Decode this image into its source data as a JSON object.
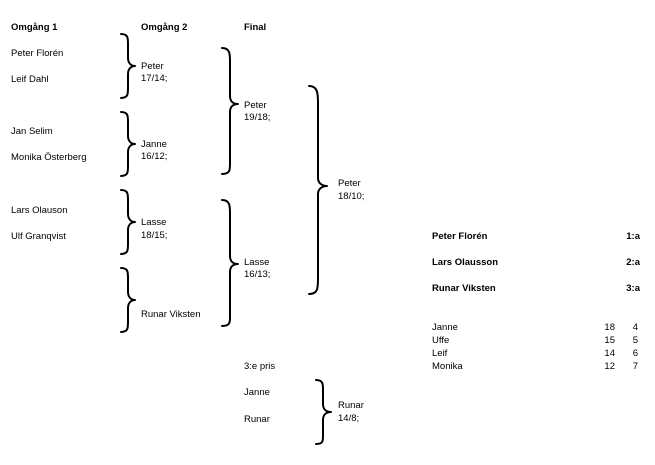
{
  "headers": {
    "round1": "Omgång 1",
    "round2": "Omgång 2",
    "final": "Final"
  },
  "round1": [
    "Peter Florén",
    "Leif Dahl",
    "Jan Selim",
    "Monika Österberg",
    "Lars Olauson",
    "Ulf Granqvist"
  ],
  "round2": [
    {
      "name": "Peter",
      "score": "17/14;"
    },
    {
      "name": "Janne",
      "score": "16/12;"
    },
    {
      "name": "Lasse",
      "score": "18/15;"
    },
    {
      "name": "Runar Viksten",
      "score": ""
    }
  ],
  "final_round": [
    {
      "name": "Peter",
      "score": "19/18;"
    },
    {
      "name": "Lasse",
      "score": "16/13;"
    }
  ],
  "winner": {
    "name": "Peter",
    "score": "18/10;"
  },
  "third_prize": {
    "label": "3:e pris",
    "players": [
      "Janne",
      "Runar"
    ],
    "winner": {
      "name": "Runar",
      "score": "14/8;"
    }
  },
  "podium": [
    {
      "name": "Peter Florén",
      "place": "1:a"
    },
    {
      "name": "Lars Olausson",
      "place": "2:a"
    },
    {
      "name": "Runar Viksten",
      "place": "3:a"
    }
  ],
  "standings": [
    {
      "name": "Janne",
      "score": "18",
      "place": "4"
    },
    {
      "name": "Uffe",
      "score": "15",
      "place": "5"
    },
    {
      "name": "Leif",
      "score": "14",
      "place": "6"
    },
    {
      "name": "Monika",
      "score": "12",
      "place": "7"
    }
  ]
}
